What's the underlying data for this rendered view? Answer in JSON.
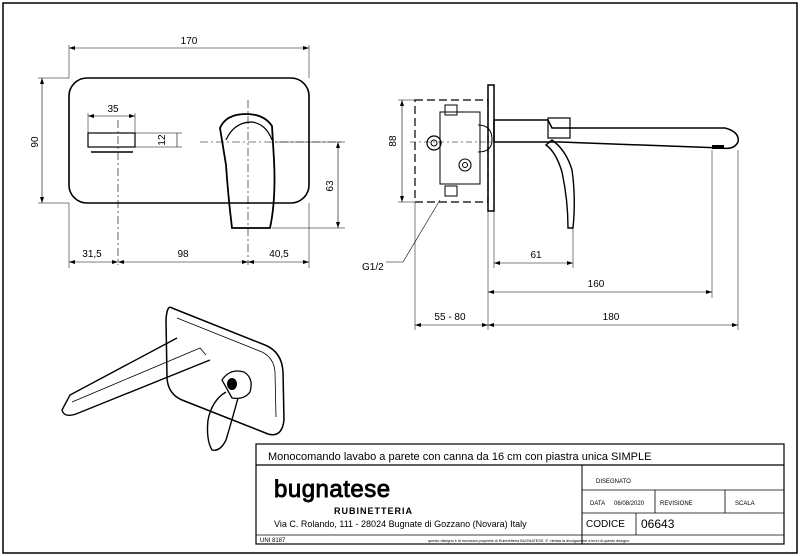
{
  "front_view": {
    "dim_width_total": "170",
    "dim_height_total": "90",
    "dim_lever_width": "35",
    "dim_lever_height": "12",
    "dim_spout_height": "63",
    "dim_left_offset": "31,5",
    "dim_center_distance": "98",
    "dim_right_offset": "40,5"
  },
  "side_view": {
    "dim_height": "88",
    "dim_spout_drop": "61",
    "dim_projection": "160",
    "dim_wall_depth": "55 - 80",
    "dim_total": "180",
    "thread_label": "G1/2"
  },
  "title_block": {
    "product_title": "Monocomando lavabo a parete con canna da 16 cm con piastra unica SIMPLE",
    "brand": "bugnatese",
    "brand_sub": "RUBINETTERIA",
    "address": "Via C. Rolando, 111 - 28024 Bugnate di Gozzano (Novara) Italy",
    "standard": "UNI 8187",
    "disegnato_label": "DISEGNATO",
    "data_label": "DATA",
    "data_value": "06/08/2020",
    "revisione_label": "REVISIONE",
    "scala_label": "SCALA",
    "codice_label": "CODICE",
    "codice_value": "06643",
    "footer_note": "questo disegno è di esclusiva proprietà di Rubinetteria BUGNATESE. E' vietata la divulgazione a terzi di questo disegno"
  }
}
